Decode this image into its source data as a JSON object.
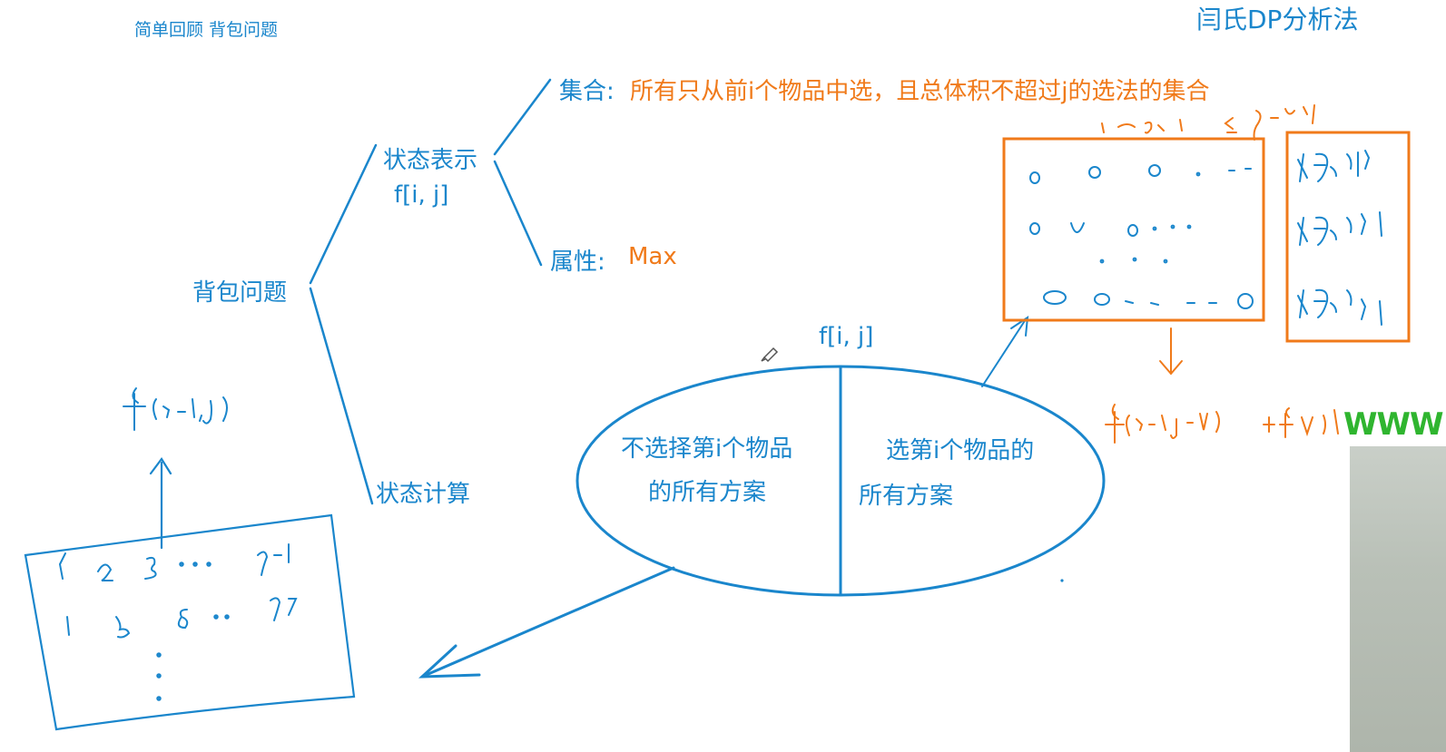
{
  "header": {
    "subtitle": "简单回顾 背包问题",
    "course_title": "闫氏DP分析法"
  },
  "tree": {
    "root": "背包问题",
    "state_repr": "状态表示",
    "state_repr_expr": "f[i, j]",
    "set_label": "集合:",
    "set_desc": "所有只从前i个物品中选，且总体积不超过j的选法的集合",
    "attr_label": "属性:",
    "attr_value": "Max",
    "state_calc": "状态计算"
  },
  "partition": {
    "top_label": "f[i, j]",
    "left_line1": "不选择第i个物品",
    "left_line2": "的所有方案",
    "right_line1": "选第i个物品的",
    "right_line2": "所有方案"
  },
  "handwriting": {
    "left_formula": "f(i-1, j)",
    "right_formula": "f(i-1, j-Vi) + Wi",
    "overflow_text": "WWW",
    "range_note": "1~i-1  ≤ j-Vi",
    "item_labels": [
      "物品i",
      "物品i",
      "物品i"
    ]
  },
  "colors": {
    "blue": "#1a86cc",
    "orange": "#f07a1a",
    "green": "#2fb52f"
  }
}
